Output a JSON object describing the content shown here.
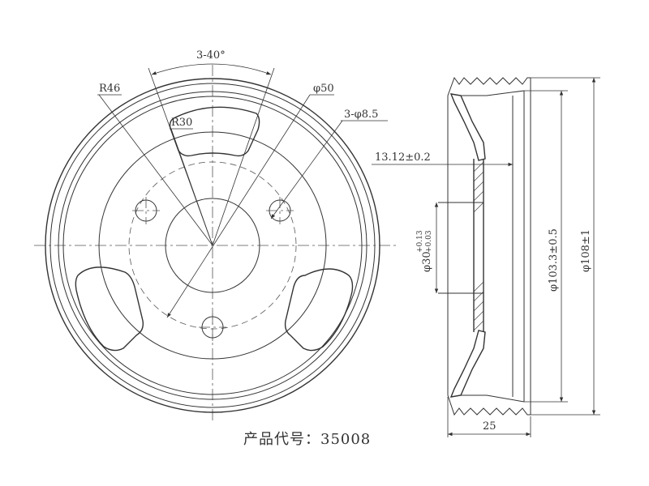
{
  "labels": {
    "angle_pattern": "3-40°",
    "radius_outer": "R46",
    "radius_inner": "R30",
    "dia_hub": "φ50",
    "holes": "3-φ8.5",
    "wall_thickness": "13.12±0.2",
    "bore_main": "φ30",
    "bore_upper_tol": "+0.13",
    "bore_lower_tol": "+0.03",
    "dia_groove": "φ103.3±0.5",
    "dia_outer": "φ108±1",
    "width": "25"
  },
  "product_code": "产品代号：35008"
}
